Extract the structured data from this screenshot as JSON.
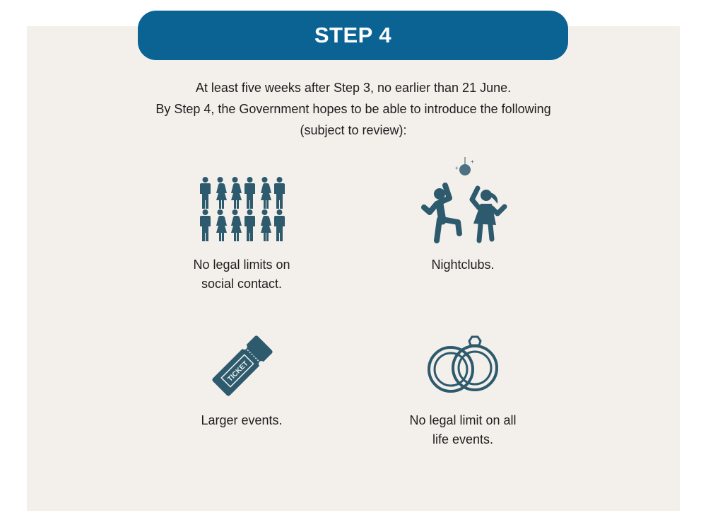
{
  "header": {
    "title": "STEP 4"
  },
  "intro": {
    "lines": [
      "At least five weeks after Step 3, no earlier than 21 June.",
      "By Step 4, the Government hopes to be able to introduce the following",
      "(subject to review):"
    ]
  },
  "items": [
    {
      "icon": "people-group-icon",
      "label_lines": [
        "No legal limits on",
        "social contact."
      ]
    },
    {
      "icon": "dancing-disco-icon",
      "label_lines": [
        "Nightclubs."
      ]
    },
    {
      "icon": "ticket-icon",
      "icon_text": "TICKET",
      "label_lines": [
        "Larger events."
      ]
    },
    {
      "icon": "wedding-rings-icon",
      "label_lines": [
        "No legal limit on all",
        "life events."
      ]
    }
  ],
  "colors": {
    "header": "#0b6394",
    "panel": "#f3efea",
    "icon": "#2e5a6e"
  }
}
